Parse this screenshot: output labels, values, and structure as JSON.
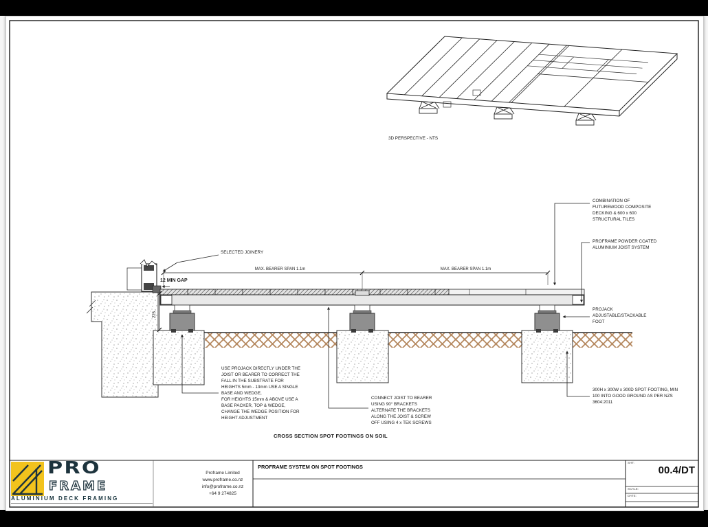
{
  "colors": {
    "paper": "#ffffff",
    "line": "#222222",
    "logo_navy": "#1d333d",
    "logo_yellow": "#f2c31d",
    "soil_hatch": "#b5885f",
    "foot_gray": "#8f8f8f",
    "rail_gray": "#e9e9e9"
  },
  "perspective": {
    "caption": "3D PERSPECTIVE - NTS"
  },
  "section": {
    "caption": "CROSS SECTION SPOT FOOTINGS ON SOIL",
    "selected_joinery": "SELECTED JOINERY",
    "min_gap": "12 MIN GAP",
    "dim_height": "225",
    "span1": "MAX. BEARER SPAN 1.1m",
    "span2": "MAX. BEARER SPAN 1.1m",
    "ann_decking": "COMBINATION OF\nFUTUREWOOD COMPOSITE\nDECKING & 600 x 600\nSTRUCTURAL TILES",
    "ann_joist": "PROFRAME POWDER COATED\nALUMINIUM  JOIST SYSTEM",
    "ann_foot": "PROJACK\nADJUSTABLE/STACKABLE\nFOOT",
    "ann_footing": "300H x 300W x 300D SPOT FOOTING, MIN\n100 INTO GOOD GROUND AS PER NZS\n3604:2011",
    "note_projack": "USE PROJACK DIRECTLY UNDER THE\nJOIST OR BEARER TO CORRECT THE\nFALL IN THE SUBSTRATE FOR\nHEIGHTS 5mm - 13mm USE A SINGLE\nBASE AND WEDGE,\nFOR HEIGHTS 15mm & ABOVE USE A\nBASE PACKER, TOP & WEDGE,\nCHANGE THE WEDGE POSITION FOR\nHEIGHT ADJUSTMENT",
    "note_connect": "CONNECT JOIST TO BEARER\nUSING 90° BRACKETS\nALTERNATE THE BRACKETS\nALONG THE JOIST & SCREW\nOFF USING 4 x TEK SCREWS"
  },
  "title_block": {
    "drawing_title": "PROFRAME SYSTEM ON SPOT FOOTINGS",
    "sheet_label": "SHT:",
    "sheet_value": "00.4/DT",
    "scale_label": "SCALE:",
    "date_label": "DATE:",
    "company": {
      "name": "Proframe Limited",
      "website": "www.proframe.co.nz",
      "email": "info@proframe.co.nz",
      "phone": "+64 9 274825"
    },
    "logo": {
      "word1": "PRO",
      "word2": "FRAME",
      "tagline": "ALUMINIUM DECK FRAMING"
    }
  }
}
